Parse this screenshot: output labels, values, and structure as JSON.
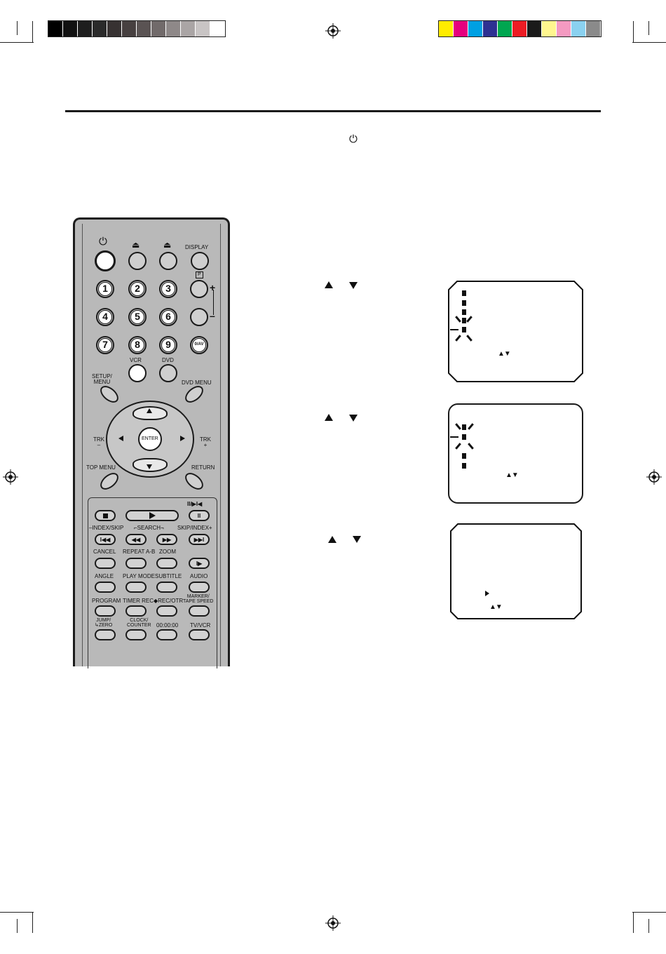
{
  "printer_marks": {
    "gray_swatches": [
      "#000000",
      "#111111",
      "#1e1e1e",
      "#2a2a2a",
      "#373232",
      "#474040",
      "#5a5353",
      "#716a6a",
      "#8e8888",
      "#aaa5a5",
      "#c8c4c4",
      "#ffffff"
    ],
    "color_swatches": [
      "#ffec00",
      "#e6007e",
      "#00a0e3",
      "#2e3192",
      "#00a650",
      "#ed1c24",
      "#1a1a1a",
      "#fff68f",
      "#f49ac1",
      "#8ad1f0",
      "#8a8a8a"
    ]
  },
  "header": {
    "power_symbol": "⏻"
  },
  "remote": {
    "top_labels": {
      "power": "⏻",
      "eject": "⏏",
      "open": "⏏",
      "display": "DISPLAY"
    },
    "p_label": "P",
    "plus": "+",
    "minus": "–",
    "numbers": [
      "1",
      "2",
      "3",
      "4",
      "5",
      "6",
      "7",
      "8",
      "9"
    ],
    "zero_av": "0/AV",
    "vcr": "VCR",
    "dvd": "DVD",
    "setup_menu": "SETUP/\nMENU",
    "dvd_menu": "DVD MENU",
    "enter": "ENTER",
    "trk_minus": "TRK\n–",
    "trk_plus": "TRK\n+",
    "top_menu": "TOP MENU",
    "return": "RETURN",
    "transport": {
      "pause_step_label": "II/▶I◀",
      "index_skip": "–INDEX/SKIP",
      "search": "⌐SEARCH¬",
      "skip_index": "SKIP/INDEX+"
    },
    "row_labels_1": [
      "CANCEL",
      "REPEAT A-B",
      "ZOOM",
      ""
    ],
    "row_labels_2": [
      "ANGLE",
      "PLAY MODE",
      "SUBTITLE",
      "AUDIO"
    ],
    "row_labels_3": [
      "PROGRAM",
      "TIMER REC",
      "◆REC/OTR",
      "MARKER/\nTAPE SPEED"
    ],
    "row_labels_4": [
      "JUMP/\n↳ZERO",
      "CLOCK/\nCOUNTER",
      "00:00:00",
      "TV/VCR"
    ]
  },
  "steps": [
    {
      "arrow_hint": "▲▼"
    },
    {
      "arrow_hint": "▲▼"
    },
    {
      "arrow_hint": "▲▼"
    }
  ]
}
